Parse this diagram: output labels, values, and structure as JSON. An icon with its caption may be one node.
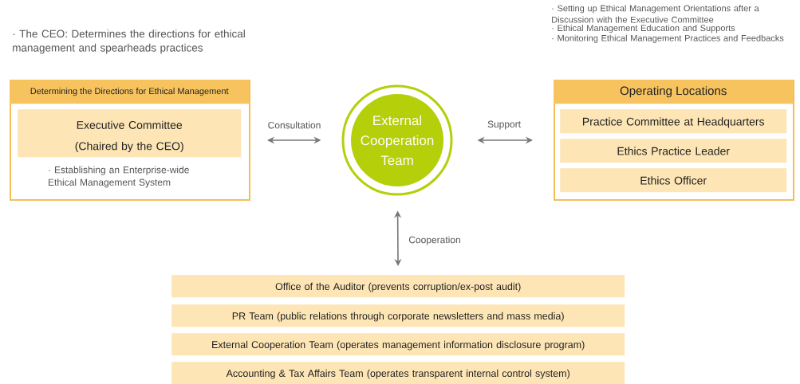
{
  "diagram": {
    "nodes": [
      {
        "text": [
          "Determining the Directions for Ethical Management",
          "· Establishing an Enterprise-wide Ethical Management System"
        ],
        "beside": [
          "· The CEO: Determines the directions for ethical management and spearheads practices"
        ]
      },
      {
        "text": [
          "Executive Committee (Chaired by the CEO)"
        ],
        "in": 0
      },
      {
        "text": [
          "External Cooperation Team"
        ]
      },
      {
        "text": [
          "Operating Locations"
        ],
        "beside": [
          "· Setting up Ethical Management Orientations after a Discussion with the Executive Committee",
          "· Ethical Management Education and Supports",
          "· Monitoring Ethical Management Practices and Feedbacks"
        ]
      },
      {
        "text": [
          "Practice Committee at Headquarters"
        ],
        "in": 3
      },
      {
        "text": [
          "Ethics Practice Leader"
        ],
        "in": 3
      },
      {
        "text": [
          "Ethics Officer"
        ],
        "in": 3
      },
      {
        "text": [
          "Office of the Auditor (prevents corruption/ex-post audit)"
        ]
      },
      {
        "text": [
          "PR Team (public relations through corporate newsletters and mass media)"
        ]
      },
      {
        "text": [
          "External Cooperation Team (operates management information disclosure program)"
        ]
      },
      {
        "text": [
          "Accounting & Tax Affairs Team (operates transparent internal control system)"
        ]
      }
    ],
    "edges": [
      {
        "from": 0,
        "to": 2,
        "arrow": "both",
        "label": "Consultation"
      },
      {
        "from": 2,
        "to": 3,
        "arrow": "both",
        "label": "Support"
      },
      {
        "from": 2,
        "to": 7,
        "arrow": "both",
        "label": "Cooperation"
      }
    ]
  }
}
